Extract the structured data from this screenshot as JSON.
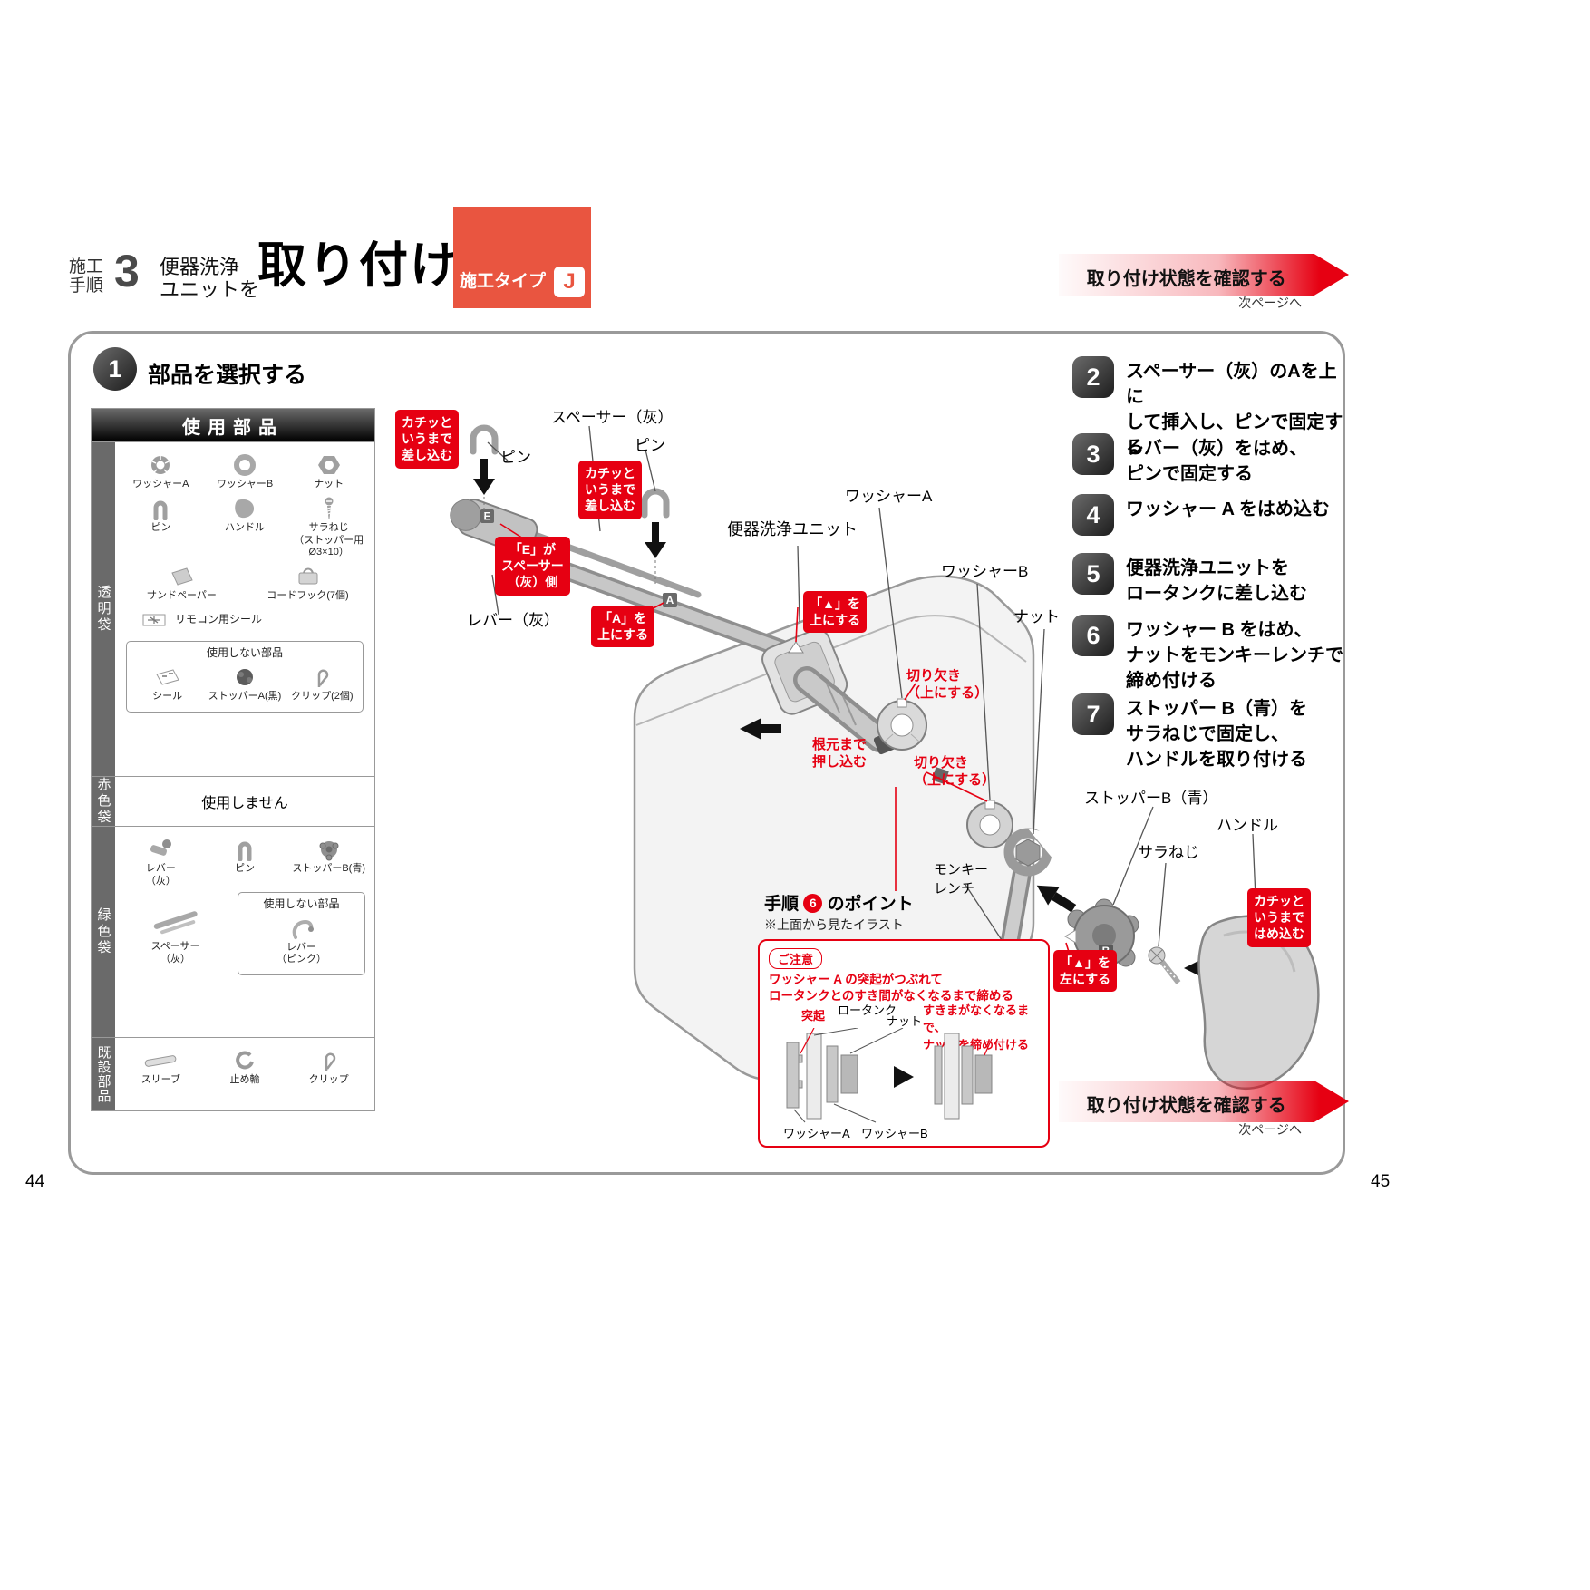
{
  "page": {
    "left_num": "44",
    "right_num": "45"
  },
  "header": {
    "proc1": "施工",
    "proc2": "手順",
    "num": "3",
    "sub1": "便器洗浄",
    "sub2": "ユニットを",
    "title": "取り付ける",
    "type_label": "施工タイプ",
    "type_value": "J"
  },
  "banner": {
    "main": "取り付け状態を確認する",
    "sub": "次ページへ"
  },
  "step1": {
    "num": "1",
    "label": "部品を選択する"
  },
  "table": {
    "title": "使用部品",
    "tab1": "透明袋",
    "tab2": "赤色袋",
    "tab3": "緑色袋",
    "tab4": "既設部品",
    "t1": {
      "i1": "ワッシャーA",
      "i2": "ワッシャーB",
      "i3": "ナット",
      "i4": "ピン",
      "i5": "ハンドル",
      "i6": "サラねじ\n（ストッパー用Ø3×10）",
      "i7": "サンドペーパー",
      "i8": "コードフック(7個)",
      "i9": "リモコン用シール",
      "unused_title": "使用しない部品",
      "u1": "シール",
      "u2": "ストッパーA(黒)",
      "u3": "クリップ(2個)"
    },
    "t2": {
      "note": "使用しません"
    },
    "t3": {
      "i1": "レバー\n（灰）",
      "i2": "ピン",
      "i3": "ストッパーB(青)",
      "i4": "スペーサー\n（灰）",
      "unused_title": "使用しない部品",
      "u1": "レバー\n（ピンク）"
    },
    "t4": {
      "i1": "スリーブ",
      "i2": "止め輪",
      "i3": "クリップ"
    }
  },
  "steps": {
    "s2": {
      "num": "2",
      "text": "スペーサー（灰）のAを上に\nして挿入し、ピンで固定する"
    },
    "s3": {
      "num": "3",
      "text": "レバー（灰）をはめ、\nピンで固定する"
    },
    "s4": {
      "num": "4",
      "text": "ワッシャー A をはめ込む"
    },
    "s5": {
      "num": "5",
      "text": "便器洗浄ユニットを\nロータンクに差し込む"
    },
    "s6": {
      "num": "6",
      "text": "ワッシャー B をはめ、\nナットをモンキーレンチで\n締め付ける"
    },
    "s7": {
      "num": "7",
      "text": "ストッパー B（青）を\nサラねじで固定し、\nハンドルを取り付ける"
    }
  },
  "diagram": {
    "spacer": "スペーサー（灰）",
    "pin1": "ピン",
    "pin2": "ピン",
    "washer_a": "ワッシャーA",
    "unit": "便器洗浄ユニット",
    "washer_b": "ワッシャーB",
    "nut": "ナット",
    "lever": "レバー（灰）",
    "wrench": "モンキー\nレンチ",
    "stopper_b": "ストッパーB（青）",
    "screw": "サラねじ",
    "handle": "ハンドル",
    "callout_insert1": "カチッと\nいうまで\n差し込む",
    "callout_insert2": "カチッと\nいうまで\n差し込む",
    "callout_e": "「E」が\nスペーサー\n（灰）側",
    "callout_a_up": "「A」を\n上にする",
    "callout_tri_up": "「▲」を\n上にする",
    "callout_snap": "カチッと\nいうまで\nはめ込む",
    "callout_tri_left": "「▲」を\n左にする",
    "note_notch1": "切り欠き\n（上にする）",
    "note_push": "根元まで\n押し込む",
    "note_notch2": "切り欠き\n（上にする）",
    "mark_a": "A",
    "mark_b": "B",
    "mark_e": "E"
  },
  "point_box": {
    "title_pre": "手順",
    "title_num": "6",
    "title_post": "のポイント",
    "subtitle": "※上面から見たイラスト",
    "caution_label": "ご注意",
    "caution_line1": "ワッシャー A の突起がつぶれて",
    "caution_line2": "ロータンクとのすき間がなくなるまで締める",
    "lbl_protrusion": "突起",
    "lbl_tank": "ロータンク",
    "lbl_nut": "ナット",
    "lbl_tighten": "すきまがなくなるまで、\nナットを締め付ける",
    "lbl_washer_a": "ワッシャーA",
    "lbl_washer_b": "ワッシャーB"
  }
}
